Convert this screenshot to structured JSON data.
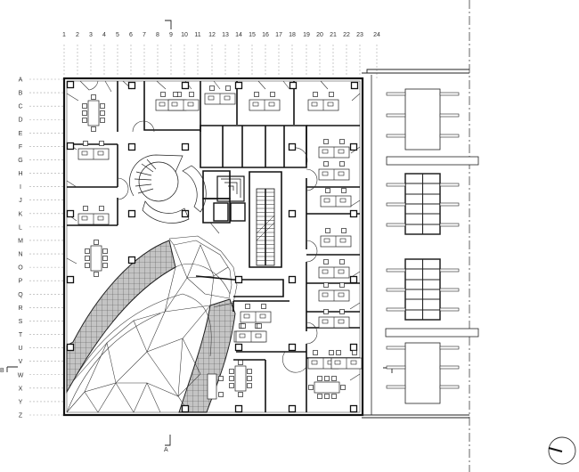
{
  "drawing": {
    "type": "architectural-floor-plan",
    "grid": {
      "columns": [
        "1",
        "2",
        "3",
        "4",
        "5",
        "6",
        "7",
        "8",
        "9",
        "10",
        "11",
        "12",
        "13",
        "14",
        "15",
        "16",
        "17",
        "18",
        "19",
        "20",
        "21",
        "22",
        "23",
        "24"
      ],
      "rows": [
        "A",
        "B",
        "C",
        "D",
        "E",
        "F",
        "G",
        "H",
        "I",
        "J",
        "K",
        "L",
        "M",
        "N",
        "O",
        "P",
        "Q",
        "R",
        "S",
        "T",
        "U",
        "V",
        "W",
        "X",
        "Y",
        "Z"
      ]
    },
    "section_markers": {
      "top": "",
      "bottom": "A",
      "left": "B",
      "right": ""
    },
    "colors": {
      "line": "#222222",
      "grid_line": "#9a9a9a",
      "hatch_fill": "#bdbdbd",
      "wall": "#1a1a1a",
      "background": "#ffffff"
    },
    "north_arrow": {
      "symbol": "north-arrow-circle"
    }
  }
}
